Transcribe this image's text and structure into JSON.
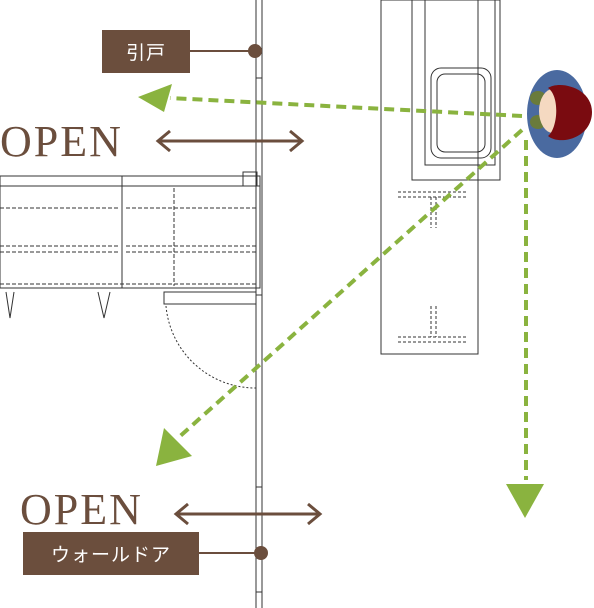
{
  "labels": {
    "sliding_door": "引戸",
    "open_top": "OPEN",
    "open_bottom": "OPEN",
    "wall_door": "ウォールドア"
  },
  "colors": {
    "brown": "#6b4e3d",
    "green_dash": "#8ab33f",
    "line": "#333333",
    "hair_red": "#7a0b10",
    "shirt_blue": "#4a6aa0",
    "hands_green": "#6a7b3b",
    "skin": "#f5d9c1"
  },
  "icons": {
    "person": "person-topdown-icon",
    "arrow": "double-arrow-icon",
    "marker": "dot-marker-icon"
  }
}
